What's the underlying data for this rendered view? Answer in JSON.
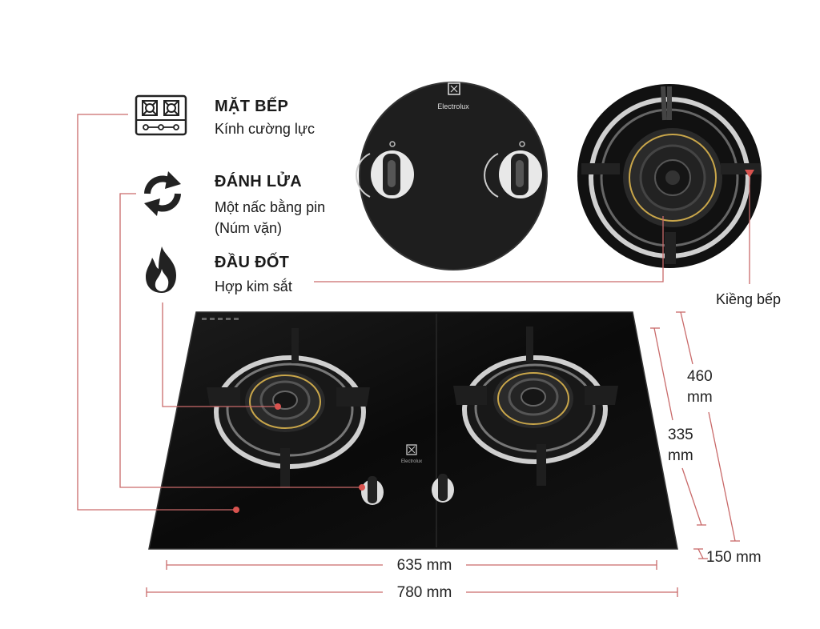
{
  "features": [
    {
      "title": "MẶT BẾP",
      "subtitle": "Kính cường lực",
      "icon": "cooktop-icon"
    },
    {
      "title": "ĐÁNH LỬA",
      "subtitle_lines": [
        "Một nấc bằng pin",
        "(Núm vặn)"
      ],
      "icon": "ignition-cycle-icon"
    },
    {
      "title": "ĐẦU ĐỐT",
      "subtitle": "Hợp kim sắt",
      "icon": "flame-icon"
    }
  ],
  "callouts": {
    "grate": "Kiềng bếp"
  },
  "brand": {
    "name": "Electrolux"
  },
  "dimensions": {
    "depth_total": [
      "460",
      "mm"
    ],
    "depth_cutout": [
      "335",
      "mm"
    ],
    "height": "150 mm",
    "width_cutout": "635 mm",
    "width_total": "780 mm"
  },
  "colors": {
    "leader": "#c96a6a",
    "glass": "#0c0c0c",
    "dot": "#d9534f"
  }
}
